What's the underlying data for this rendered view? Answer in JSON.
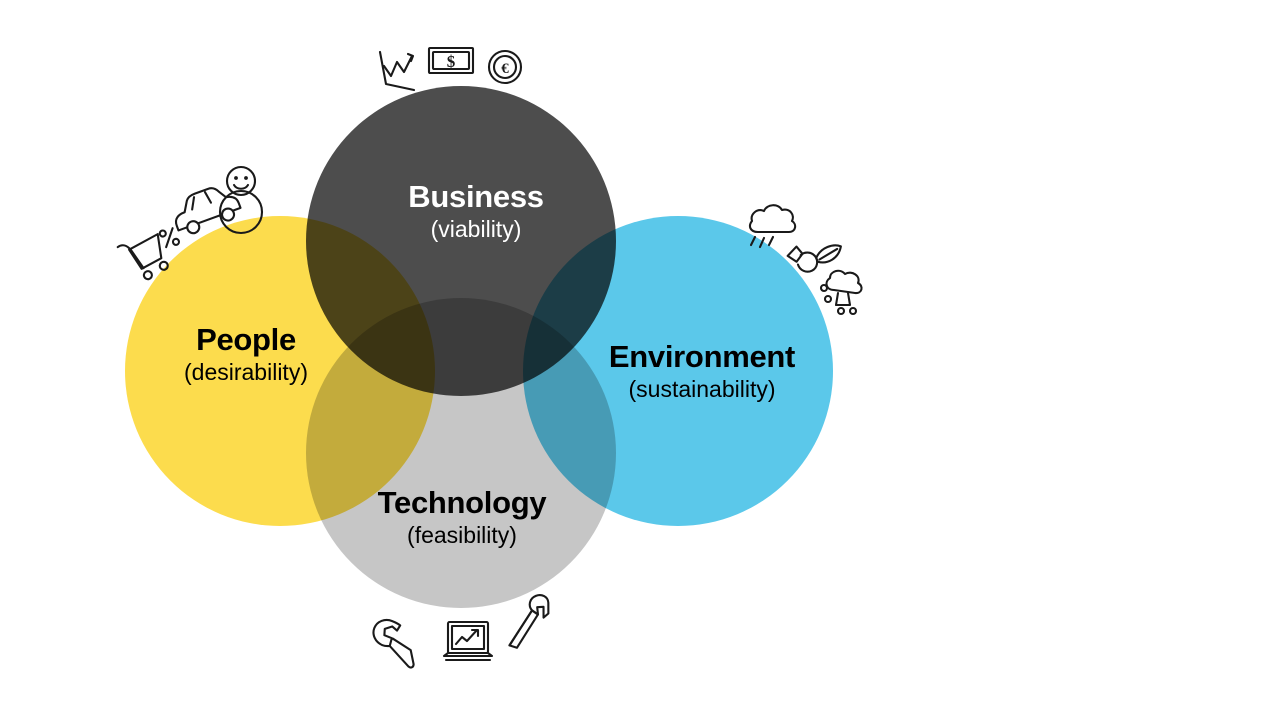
{
  "diagram": {
    "type": "venn",
    "background": "#ffffff",
    "circles": [
      {
        "key": "business",
        "title": "Business",
        "subtitle": "(viability)",
        "color": "#4d4d4d",
        "text_color": "#ffffff",
        "position": "top"
      },
      {
        "key": "people",
        "title": "People",
        "subtitle": "(desirability)",
        "color": "#fcdc4d",
        "text_color": "#000000",
        "position": "left"
      },
      {
        "key": "environment",
        "title": "Environment",
        "subtitle": "(sustainability)",
        "color": "#5bc8ea",
        "text_color": "#000000",
        "position": "right"
      },
      {
        "key": "technology",
        "title": "Technology",
        "subtitle": "(feasibility)",
        "color": "#c6c6c6",
        "text_color": "#000000",
        "position": "bottom"
      }
    ],
    "overlap_colors": {
      "business_people": "#4e4420",
      "business_environment": "#3a96b5",
      "business_technology": "#3b3b3b",
      "people_technology": "#e3c944",
      "environment_technology": "#51b0cc"
    },
    "doodle_groups": [
      {
        "key": "business",
        "icons": [
          "line-chart-icon",
          "dollar-banknote-icon",
          "euro-coin-icon"
        ],
        "glyphs": {
          "banknote": "$",
          "coin": "€"
        }
      },
      {
        "key": "people",
        "icons": [
          "shopping-cart-percent-icon",
          "car-icon",
          "person-icon"
        ],
        "glyphs": {
          "cart": "%"
        }
      },
      {
        "key": "environment",
        "icons": [
          "rain-cloud-icon",
          "hand-holding-leaf-icon",
          "tree-icon"
        ],
        "glyphs": {}
      },
      {
        "key": "technology",
        "icons": [
          "wrench-icon",
          "laptop-chart-icon",
          "hammer-icon"
        ],
        "glyphs": {}
      }
    ]
  }
}
